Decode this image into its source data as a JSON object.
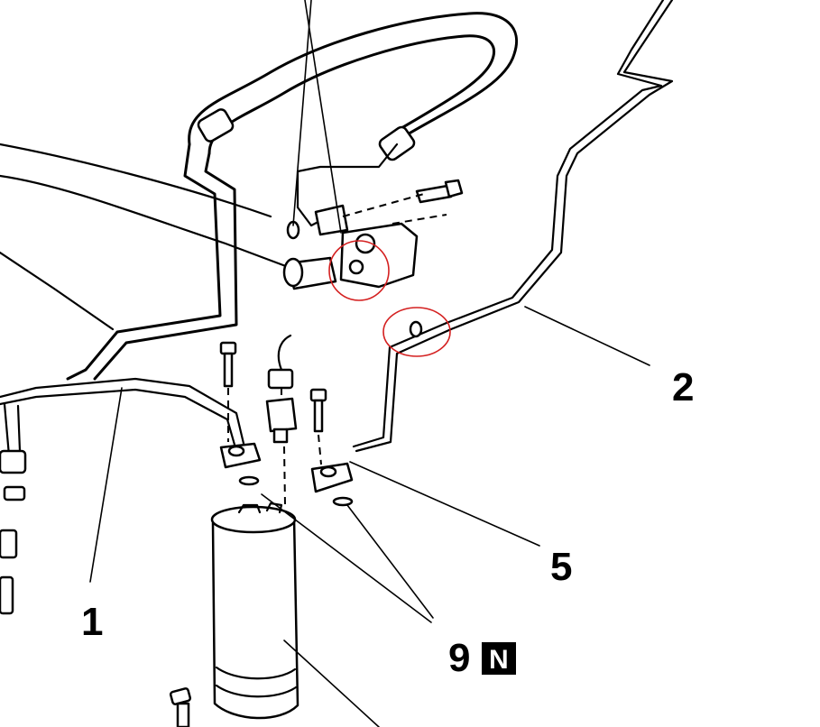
{
  "callouts": {
    "c1": "1",
    "c2": "2",
    "c5": "5",
    "c9": "9",
    "c9_badge": "N"
  },
  "colors": {
    "line": "#000000",
    "highlight": "#d42020",
    "background": "#ffffff"
  }
}
